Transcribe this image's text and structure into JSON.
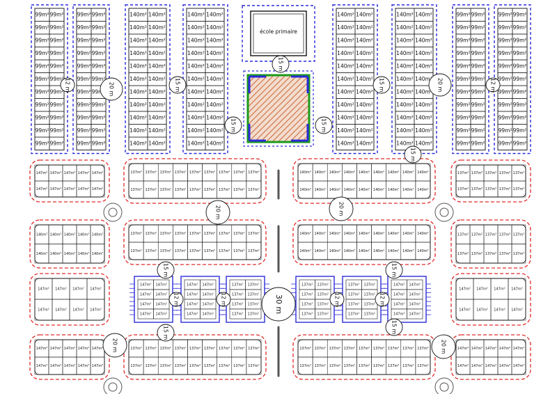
{
  "school": {
    "label": "école primaire"
  },
  "colors": {
    "blue": "#2a2ad8",
    "red": "#e02a2a",
    "green": "#1a9a1a",
    "hatch": "#c8683a",
    "line": "#111111",
    "road": "#555555"
  },
  "lot_labels": {
    "small": "99m²",
    "medium": "140m²",
    "large": "147m²",
    "alt": "137m²"
  },
  "road_widths": {
    "w12": "12 m",
    "w15": "15 m",
    "w20": "20 m",
    "w30": "30 m"
  }
}
